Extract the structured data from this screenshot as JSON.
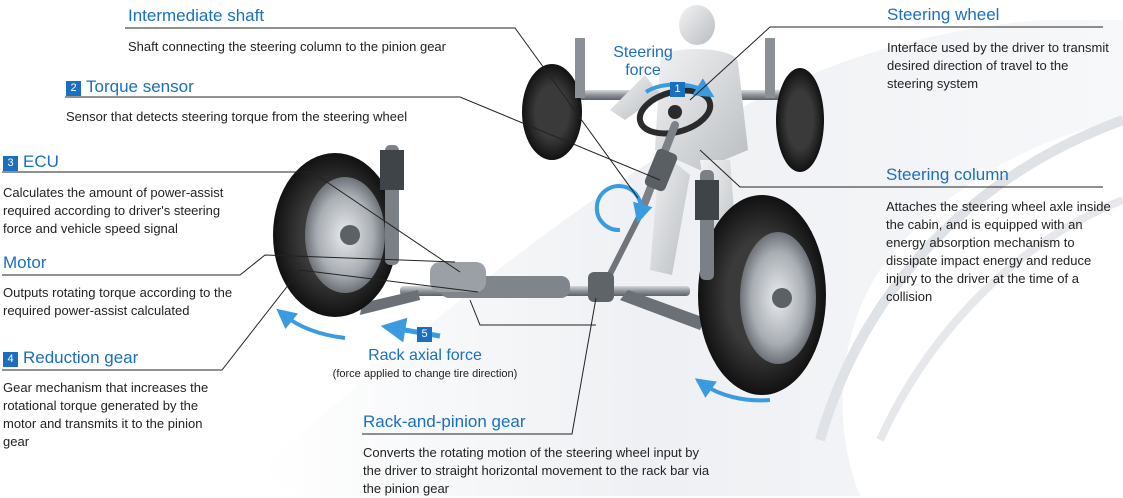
{
  "labels": {
    "intermediate_shaft": {
      "title": "Intermediate shaft",
      "desc": "Shaft connecting the steering column to the pinion gear"
    },
    "torque_sensor": {
      "number": "2",
      "title": "Torque sensor",
      "desc": "Sensor that detects steering torque from the steering wheel"
    },
    "ecu": {
      "number": "3",
      "title": "ECU",
      "desc": "Calculates the amount of power-assist required according to driver's steering force and vehicle speed signal"
    },
    "motor": {
      "title": "Motor",
      "desc": "Outputs rotating torque according to the required power-assist calculated"
    },
    "reduction_gear": {
      "number": "4",
      "title": "Reduction gear",
      "desc": "Gear mechanism that increases the rotational torque generated by the motor and transmits it to the pinion gear"
    },
    "steering_wheel": {
      "title": "Steering wheel",
      "desc": "Interface used by the driver to transmit desired direction of travel to the steering system"
    },
    "steering_column": {
      "title": "Steering column",
      "desc": "Attaches the steering wheel axle inside the cabin, and is equipped with an energy absorption mechanism to dissipate impact energy and reduce injury to the driver at the time of a collision"
    },
    "rack_and_pinion": {
      "title": "Rack-and-pinion gear",
      "desc": "Converts the rotating motion of the steering wheel input by the driver to straight horizontal movement to the rack bar via the pinion gear"
    }
  },
  "steering_force": {
    "line1": "Steering",
    "line2": "force",
    "number": "1"
  },
  "rack_axial_force": {
    "number": "5",
    "title": "Rack axial force",
    "subtitle": "(force applied to change tire direction)"
  },
  "colors": {
    "accent": "#1a6fc0",
    "leader": "#222222",
    "arrow": "#3a9be0"
  }
}
